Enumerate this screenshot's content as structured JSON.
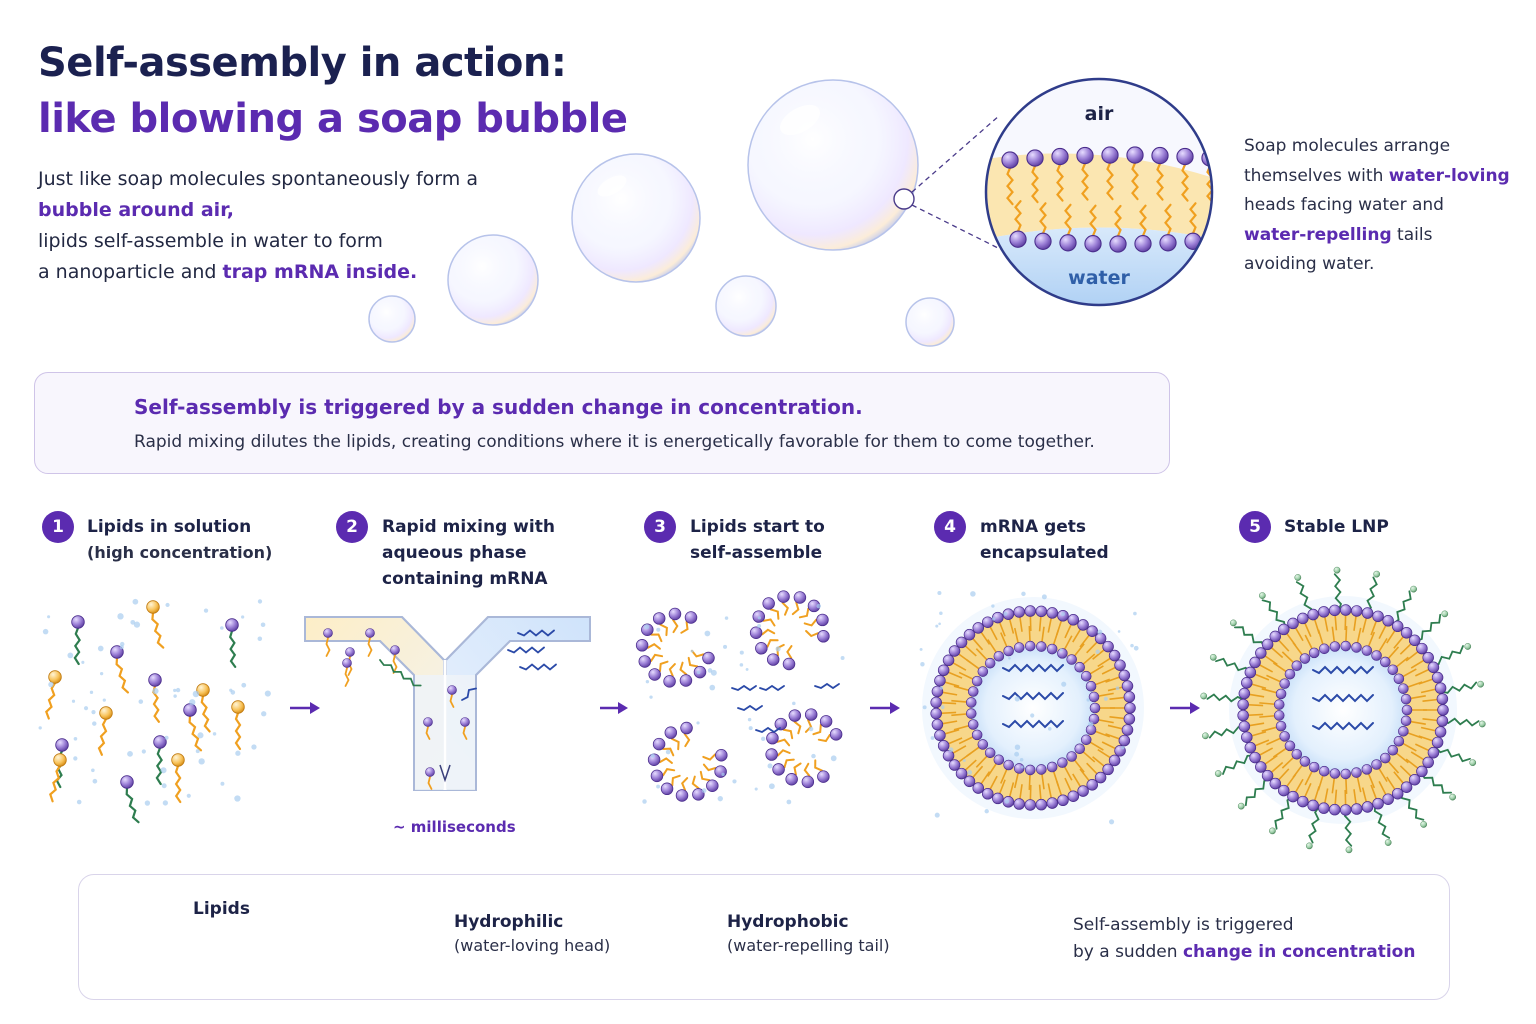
{
  "header": {
    "title_line1": "Self-assembly in action:",
    "title_line2": "like blowing a soap bubble"
  },
  "intro": {
    "p1": "Just like soap molecules spontaneously form a",
    "p1_highlight": "bubble around air,",
    "p2": "lipids self-assemble in water to form",
    "p3_start": "a nanoparticle and ",
    "p3_highlight": "trap mRNA inside."
  },
  "zoom": {
    "air_label": "air",
    "water_label": "water"
  },
  "side_note": {
    "l1": "Soap molecules arrange",
    "l2_start": "themselves with ",
    "l2_highlight": "water-loving",
    "l3": "heads facing water and",
    "l4_highlight": "water-repelling",
    "l4_end": " tails",
    "l5": "avoiding water."
  },
  "trigger": {
    "title": "Self-assembly is triggered by a sudden change in concentration.",
    "description": "Rapid mixing dilutes the lipids, creating conditions where it is energetically favorable for them to come together."
  },
  "steps": [
    {
      "num": "1",
      "line1": "Lipids in solution",
      "line2": "(high concentration)"
    },
    {
      "num": "2",
      "line1": "Rapid mixing with",
      "line2": "aqueous phase",
      "line3": "containing mRNA"
    },
    {
      "num": "3",
      "line1": "Lipids start to",
      "line2": "self-assemble"
    },
    {
      "num": "4",
      "line1": "mRNA gets",
      "line2": "encapsulated"
    },
    {
      "num": "5",
      "line1": "Stable LNP"
    }
  ],
  "mixing": {
    "time_label": "~ milliseconds"
  },
  "legend": {
    "lipids": "Lipids",
    "hydrophilic_title": "Hydrophilic",
    "hydrophilic_sub": "(water-loving head)",
    "hydrophobic_title": "Hydrophobic",
    "hydrophobic_sub": "(water-repelling tail)",
    "trigger_l1": "Self-assembly is triggered",
    "trigger_l2_start": "by a sudden ",
    "trigger_l2_highlight": "change in concentration"
  },
  "colors": {
    "accent": "#5b2bb0",
    "navy": "#1b2150",
    "head": "#8f6fd0",
    "tail_orange": "#f0a020",
    "tail_green": "#2e8b57",
    "water": "#cfe4fb",
    "oil": "#fbe6b0"
  },
  "icons": [
    "lightning-icon",
    "lipid-molecule-icon",
    "soap-bubble-icon",
    "arrow-right-icon"
  ]
}
